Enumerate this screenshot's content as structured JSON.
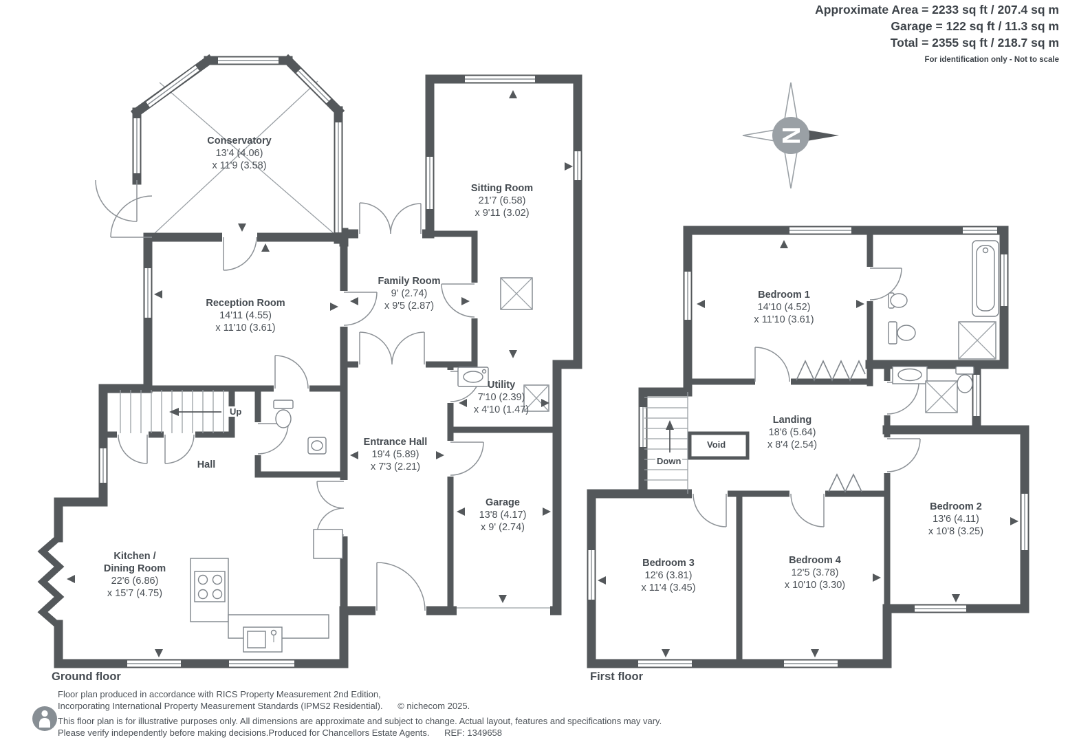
{
  "header": {
    "area_line": "Approximate Area = 2233 sq ft / 207.4 sq m",
    "garage_line": "Garage = 122 sq ft / 11.3 sq m",
    "total_line": "Total = 2355 sq ft / 218.7 sq m",
    "disclaimer": "For identification only - Not to scale"
  },
  "floors": {
    "ground": "Ground floor",
    "first": "First floor"
  },
  "rooms": {
    "conservatory": {
      "name": "Conservatory",
      "d1": "13'4 (4.06)",
      "d2": "x 11'9 (3.58)"
    },
    "sitting": {
      "name": "Sitting Room",
      "d1": "21'7 (6.58)",
      "d2": "x 9'11 (3.02)"
    },
    "reception": {
      "name": "Reception Room",
      "d1": "14'11 (4.55)",
      "d2": "x 11'10 (3.61)"
    },
    "family": {
      "name": "Family Room",
      "d1": "9' (2.74)",
      "d2": "x 9'5 (2.87)"
    },
    "utility": {
      "name": "Utility",
      "d1": "7'10 (2.39)",
      "d2": "x 4'10 (1.47)"
    },
    "entrance": {
      "name": "Entrance Hall",
      "d1": "19'4 (5.89)",
      "d2": "x 7'3 (2.21)"
    },
    "hall": {
      "name": "Hall"
    },
    "garage": {
      "name": "Garage",
      "d1": "13'8 (4.17)",
      "d2": "x 9' (2.74)"
    },
    "kitchen": {
      "name": "Kitchen /",
      "name2": "Dining Room",
      "d1": "22'6 (6.86)",
      "d2": "x 15'7 (4.75)"
    },
    "bedroom1": {
      "name": "Bedroom 1",
      "d1": "14'10 (4.52)",
      "d2": "x 11'10 (3.61)"
    },
    "landing": {
      "name": "Landing",
      "d1": "18'6 (5.64)",
      "d2": "x 8'4 (2.54)"
    },
    "void": {
      "name": "Void"
    },
    "bedroom2": {
      "name": "Bedroom 2",
      "d1": "13'6 (4.11)",
      "d2": "x 10'8 (3.25)"
    },
    "bedroom3": {
      "name": "Bedroom 3",
      "d1": "12'6 (3.81)",
      "d2": "x 11'4 (3.45)"
    },
    "bedroom4": {
      "name": "Bedroom 4",
      "d1": "12'5 (3.78)",
      "d2": "x 10'10 (3.30)"
    }
  },
  "stairs": {
    "up": "Up",
    "down": "Down"
  },
  "compass": {
    "letter": "N"
  },
  "footer": {
    "line1": "Floor plan produced in accordance with RICS Property Measurement 2nd Edition,",
    "line2": "Incorporating International Property Measurement Standards (IPMS2 Residential).",
    "copyright": "© nichecom 2025.",
    "line3": "This floor plan is for illustrative purposes only. All dimensions are approximate and subject to change. Actual layout, features and specifications may vary.",
    "line4": "Please verify independently before making decisions.Produced for Chancellors Estate Agents.",
    "ref": "REF: 1349658"
  }
}
